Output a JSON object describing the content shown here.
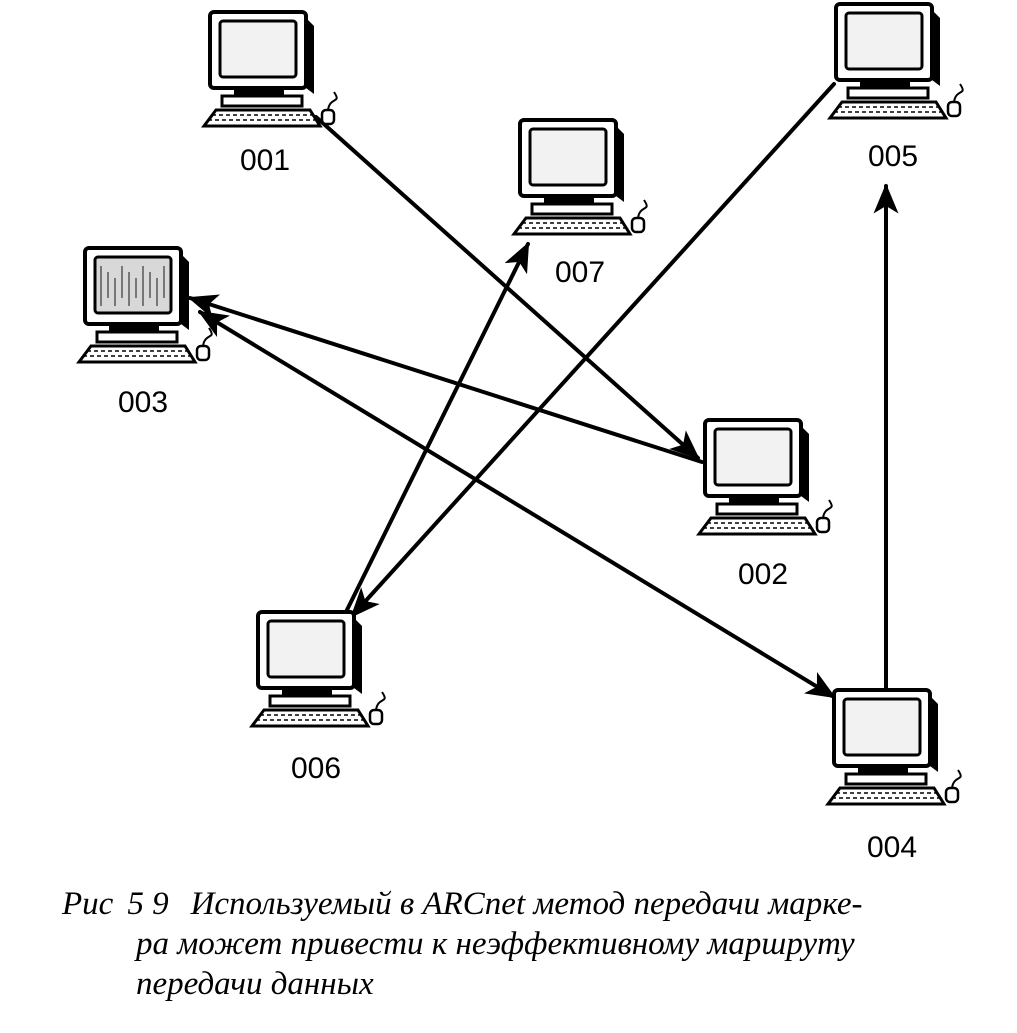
{
  "nodes": [
    {
      "id": "001",
      "label": "001"
    },
    {
      "id": "002",
      "label": "002"
    },
    {
      "id": "003",
      "label": "003"
    },
    {
      "id": "004",
      "label": "004"
    },
    {
      "id": "005",
      "label": "005"
    },
    {
      "id": "006",
      "label": "006"
    },
    {
      "id": "007",
      "label": "007"
    }
  ],
  "edges": [
    {
      "from": "001",
      "to": "002",
      "direction": "forward"
    },
    {
      "from": "002",
      "to": "003",
      "direction": "forward"
    },
    {
      "from": "003",
      "to": "004",
      "direction": "both"
    },
    {
      "from": "004",
      "to": "005",
      "direction": "forward"
    },
    {
      "from": "005",
      "to": "006",
      "direction": "forward"
    },
    {
      "from": "006",
      "to": "007",
      "direction": "forward"
    }
  ],
  "caption": {
    "prefix": "Рис",
    "number": "5 9",
    "line1": "Используемый в ARCnet метод передачи марке-",
    "line2": "ра может привести к неэффективному маршруту",
    "line3": "передачи данных"
  },
  "colors": {
    "ink": "#000000",
    "background": "#ffffff",
    "screen_fill": "#f2f2f2",
    "screen_fill_003": "#d8d8d8"
  }
}
